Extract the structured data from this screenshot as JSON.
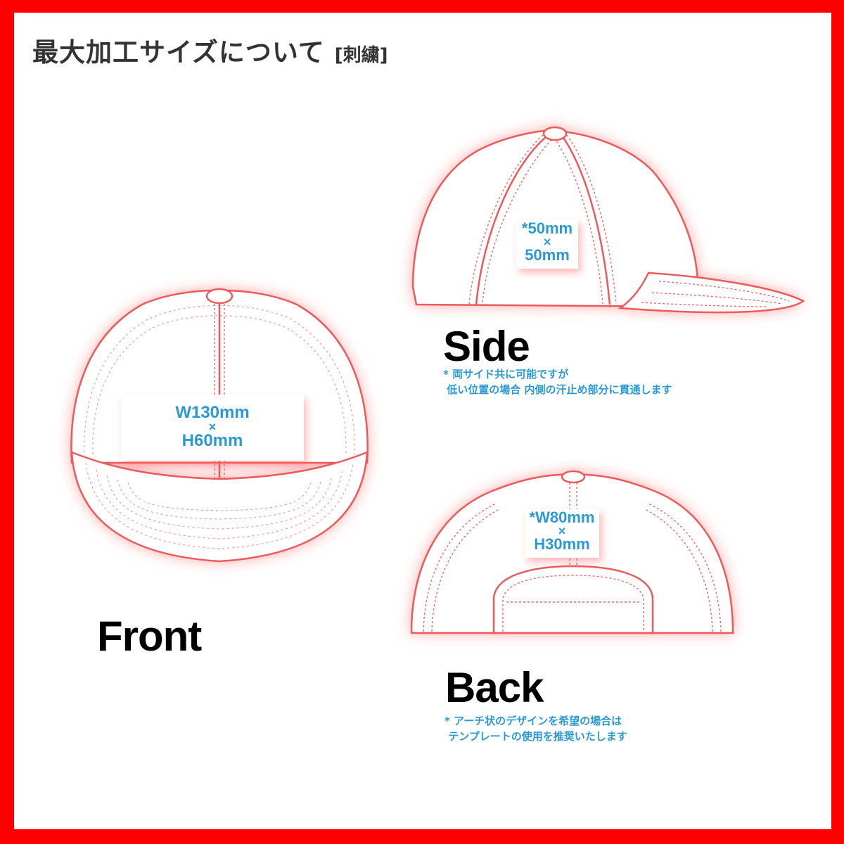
{
  "header": {
    "title": "最大加工サイズについて",
    "subtitle": "[刺繍]"
  },
  "colors": {
    "border": "#ff0000",
    "cap_outline": "#ec5a5a",
    "dimension_text": "#2b9ad4",
    "label_text": "#000000",
    "title_text": "#333333"
  },
  "views": {
    "front": {
      "label": "Front",
      "icon": "cap-front-icon",
      "dim_line1": "W130mm",
      "dim_sep": "×",
      "dim_line2": "H60mm"
    },
    "side": {
      "label": "Side",
      "icon": "cap-side-icon",
      "dim_line1": "*50mm",
      "dim_sep": "×",
      "dim_line2": "50mm",
      "note": "* 両サイド共に可能ですが\n 低い位置の場合 内側の汗止め部分に貫通します"
    },
    "back": {
      "label": "Back",
      "icon": "cap-back-icon",
      "dim_line1": "*W80mm",
      "dim_sep": "×",
      "dim_line2": "H30mm",
      "note": "* アーチ状のデザインを希望の場合は\n テンプレートの使用を推奨いたします"
    }
  }
}
